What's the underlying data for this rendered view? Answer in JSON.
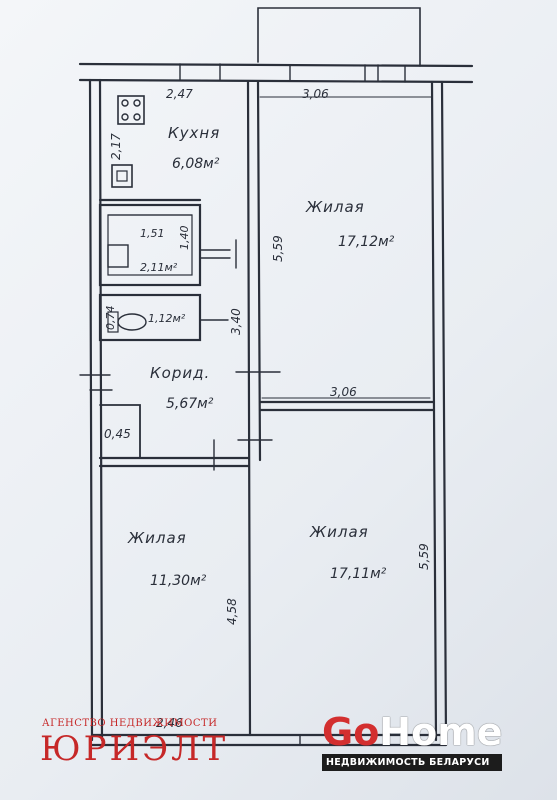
{
  "rooms": {
    "kitchen": {
      "name": "Кухня",
      "area": "6,08м²"
    },
    "living_top": {
      "name": "Жилая",
      "area": "17,12м²"
    },
    "bath": {
      "area": "2,11м²"
    },
    "toilet": {
      "area": "1,12м²"
    },
    "corridor": {
      "name": "Корид.",
      "area": "5,67м²"
    },
    "living_bottom_left": {
      "name": "Жилая",
      "area": "11,30м²"
    },
    "living_bottom_right": {
      "name": "Жилая",
      "area": "17,11м²"
    }
  },
  "dimensions": {
    "kitchen_width": "2,47",
    "kitchen_height": "2,17",
    "top_room_width": "3,06",
    "top_room_height": "5,59",
    "bath_width": "1,51",
    "bath_height": "1,40",
    "toilet_height": "0,74",
    "corridor_height": "3,40",
    "mid_width": "3,06",
    "closet_width": "0,45",
    "right_height": "5,59",
    "left_room_height": "4,58",
    "bottom_width": "2,46"
  },
  "watermarks": {
    "agency_sub": "АГЕНСТВО НЕДВИЖИМОСТИ",
    "agency_main": "ЮРИЭЛТ",
    "gohome_go": "Go",
    "gohome_home": "Home",
    "gohome_sub": "НЕДВИЖИМОСТЬ БЕЛАРУСИ"
  },
  "colors": {
    "ink": "#2a2f3a",
    "agency_red": "#c62828",
    "gohome_red": "#d32f2f"
  }
}
